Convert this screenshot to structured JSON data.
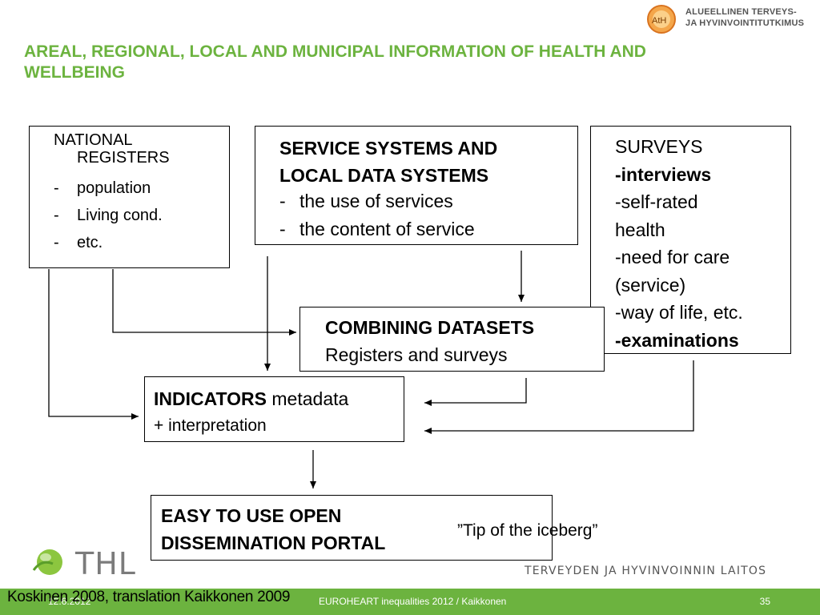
{
  "header": {
    "title": "AREAL, REGIONAL, LOCAL AND MUNICIPAL INFORMATION OF HEALTH AND WELLBEING",
    "logo_line1": "ALUEELLINEN TERVEYS-",
    "logo_line2": "JA HYVINVOINTITUTKIMUS",
    "logo_mark": "AtH"
  },
  "national_registers": {
    "heading_1": "NATIONAL",
    "heading_2": "REGISTERS",
    "items": [
      "population",
      "Living cond.",
      "etc."
    ]
  },
  "service_systems": {
    "heading_1": "SERVICE SYSTEMS AND",
    "heading_2": "LOCAL DATA SYSTEMS",
    "items": [
      "the use of services",
      "the content of service"
    ]
  },
  "surveys": {
    "heading": "SURVEYS",
    "interviews": "-interviews",
    "lines": [
      "-self-rated",
      "health",
      "-need for care",
      "(service)",
      "-way of life, etc."
    ],
    "examinations": "-examinations"
  },
  "combining": {
    "heading": "COMBINING DATASETS",
    "sub": "Registers and surveys"
  },
  "indicators": {
    "heading": "INDICATORS",
    "meta": " metadata",
    "line2": "+ interpretation"
  },
  "portal": {
    "line1": "EASY TO USE OPEN",
    "line2": "DISSEMINATION PORTAL"
  },
  "iceberg_note": "”Tip of the iceberg”",
  "brand": {
    "thl": "THL",
    "tagline": "TERVEYDEN JA HYVINVOINNIN LAITOS"
  },
  "footer": {
    "date": "12.6.2012",
    "center": "EUROHEART inequalities 2012 / Kaikkonen",
    "page": "35",
    "citation": "Koskinen 2008, translation Kaikkonen 2009"
  },
  "colors": {
    "accent_green": "#6cb33f"
  }
}
